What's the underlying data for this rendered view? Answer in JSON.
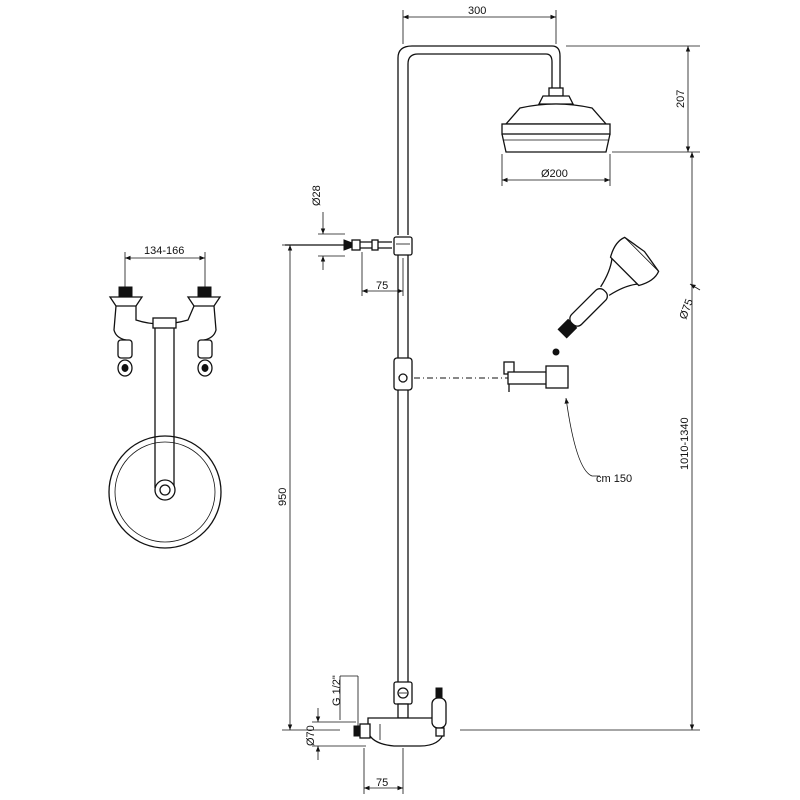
{
  "dimensions": {
    "arm_length": "300",
    "head_height": "207",
    "head_diameter": "Ø200",
    "tap_diameter": "Ø28",
    "tap_offset": "75",
    "spacing_range": "134-166",
    "handshower_diameter": "Ø75",
    "hose_length": "cm 150",
    "total_height": "1010-1340",
    "riser_height": "950",
    "inlet_thread": "G 1/2\"",
    "inlet_diameter": "Ø70",
    "inlet_offset": "75"
  },
  "colors": {
    "line": "#111111",
    "background": "#ffffff"
  }
}
